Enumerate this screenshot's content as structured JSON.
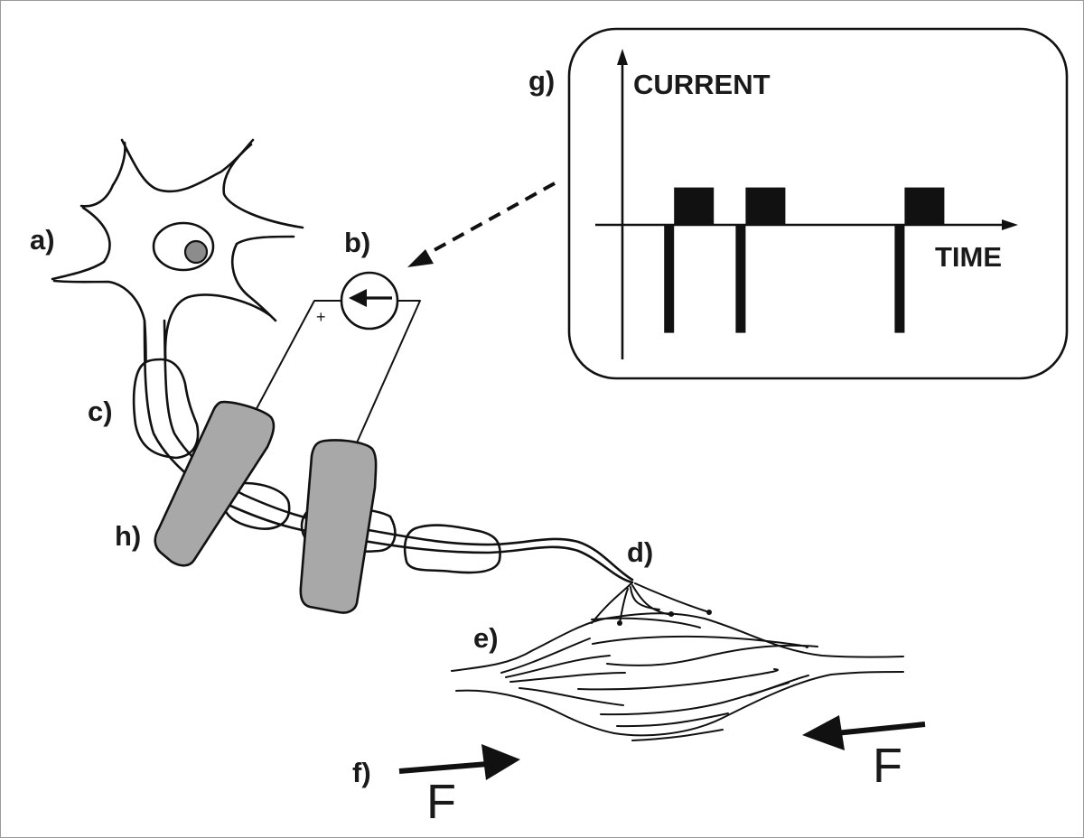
{
  "figure": {
    "description": "Functional electrical stimulation of a peripheral nerve: neuron, current source, electrodes, muscle and resulting forces, with inset current waveform",
    "colors": {
      "line": "#111111",
      "electrode_fill": "#a8a8a8",
      "nucleolus_fill": "#8c8c8c",
      "background": "#ffffff",
      "frame": "#9a9a9a"
    }
  },
  "labels": {
    "a": "a)",
    "b": "b)",
    "c": "c)",
    "d": "d)",
    "e": "e)",
    "f": "f)",
    "g": "g)",
    "h": "h)"
  },
  "parts": {
    "a": "neuron cell body",
    "b": "current source",
    "c": "myelinated axon",
    "d": "neuromuscular junction",
    "e": "muscle",
    "f": "force",
    "g": "stimulation current waveform",
    "h": "electrodes"
  },
  "current_source": {
    "polarity_mark": "+",
    "arrow_direction": "left"
  },
  "forces": {
    "left_label": "F",
    "right_label": "F"
  },
  "chart_data": {
    "type": "line",
    "title": "",
    "xlabel": "TIME",
    "ylabel": "CURRENT",
    "description": "Biphasic pulse train: short high-amplitude cathodic (negative) phase followed by longer low-amplitude anodic (positive) phase",
    "units": "arbitrary",
    "xlim": [
      0,
      10
    ],
    "ylim": [
      -3,
      4.5
    ],
    "pulses": [
      {
        "start": 1.05,
        "negative_width": 0.25,
        "negative_amplitude": -2.6,
        "positive_width": 1.0,
        "positive_amplitude": 0.9
      },
      {
        "start": 2.85,
        "negative_width": 0.25,
        "negative_amplitude": -2.6,
        "positive_width": 1.0,
        "positive_amplitude": 0.9
      },
      {
        "start": 6.85,
        "negative_width": 0.25,
        "negative_amplitude": -2.6,
        "positive_width": 1.0,
        "positive_amplitude": 0.9
      }
    ],
    "grid": false,
    "legend": "none"
  }
}
